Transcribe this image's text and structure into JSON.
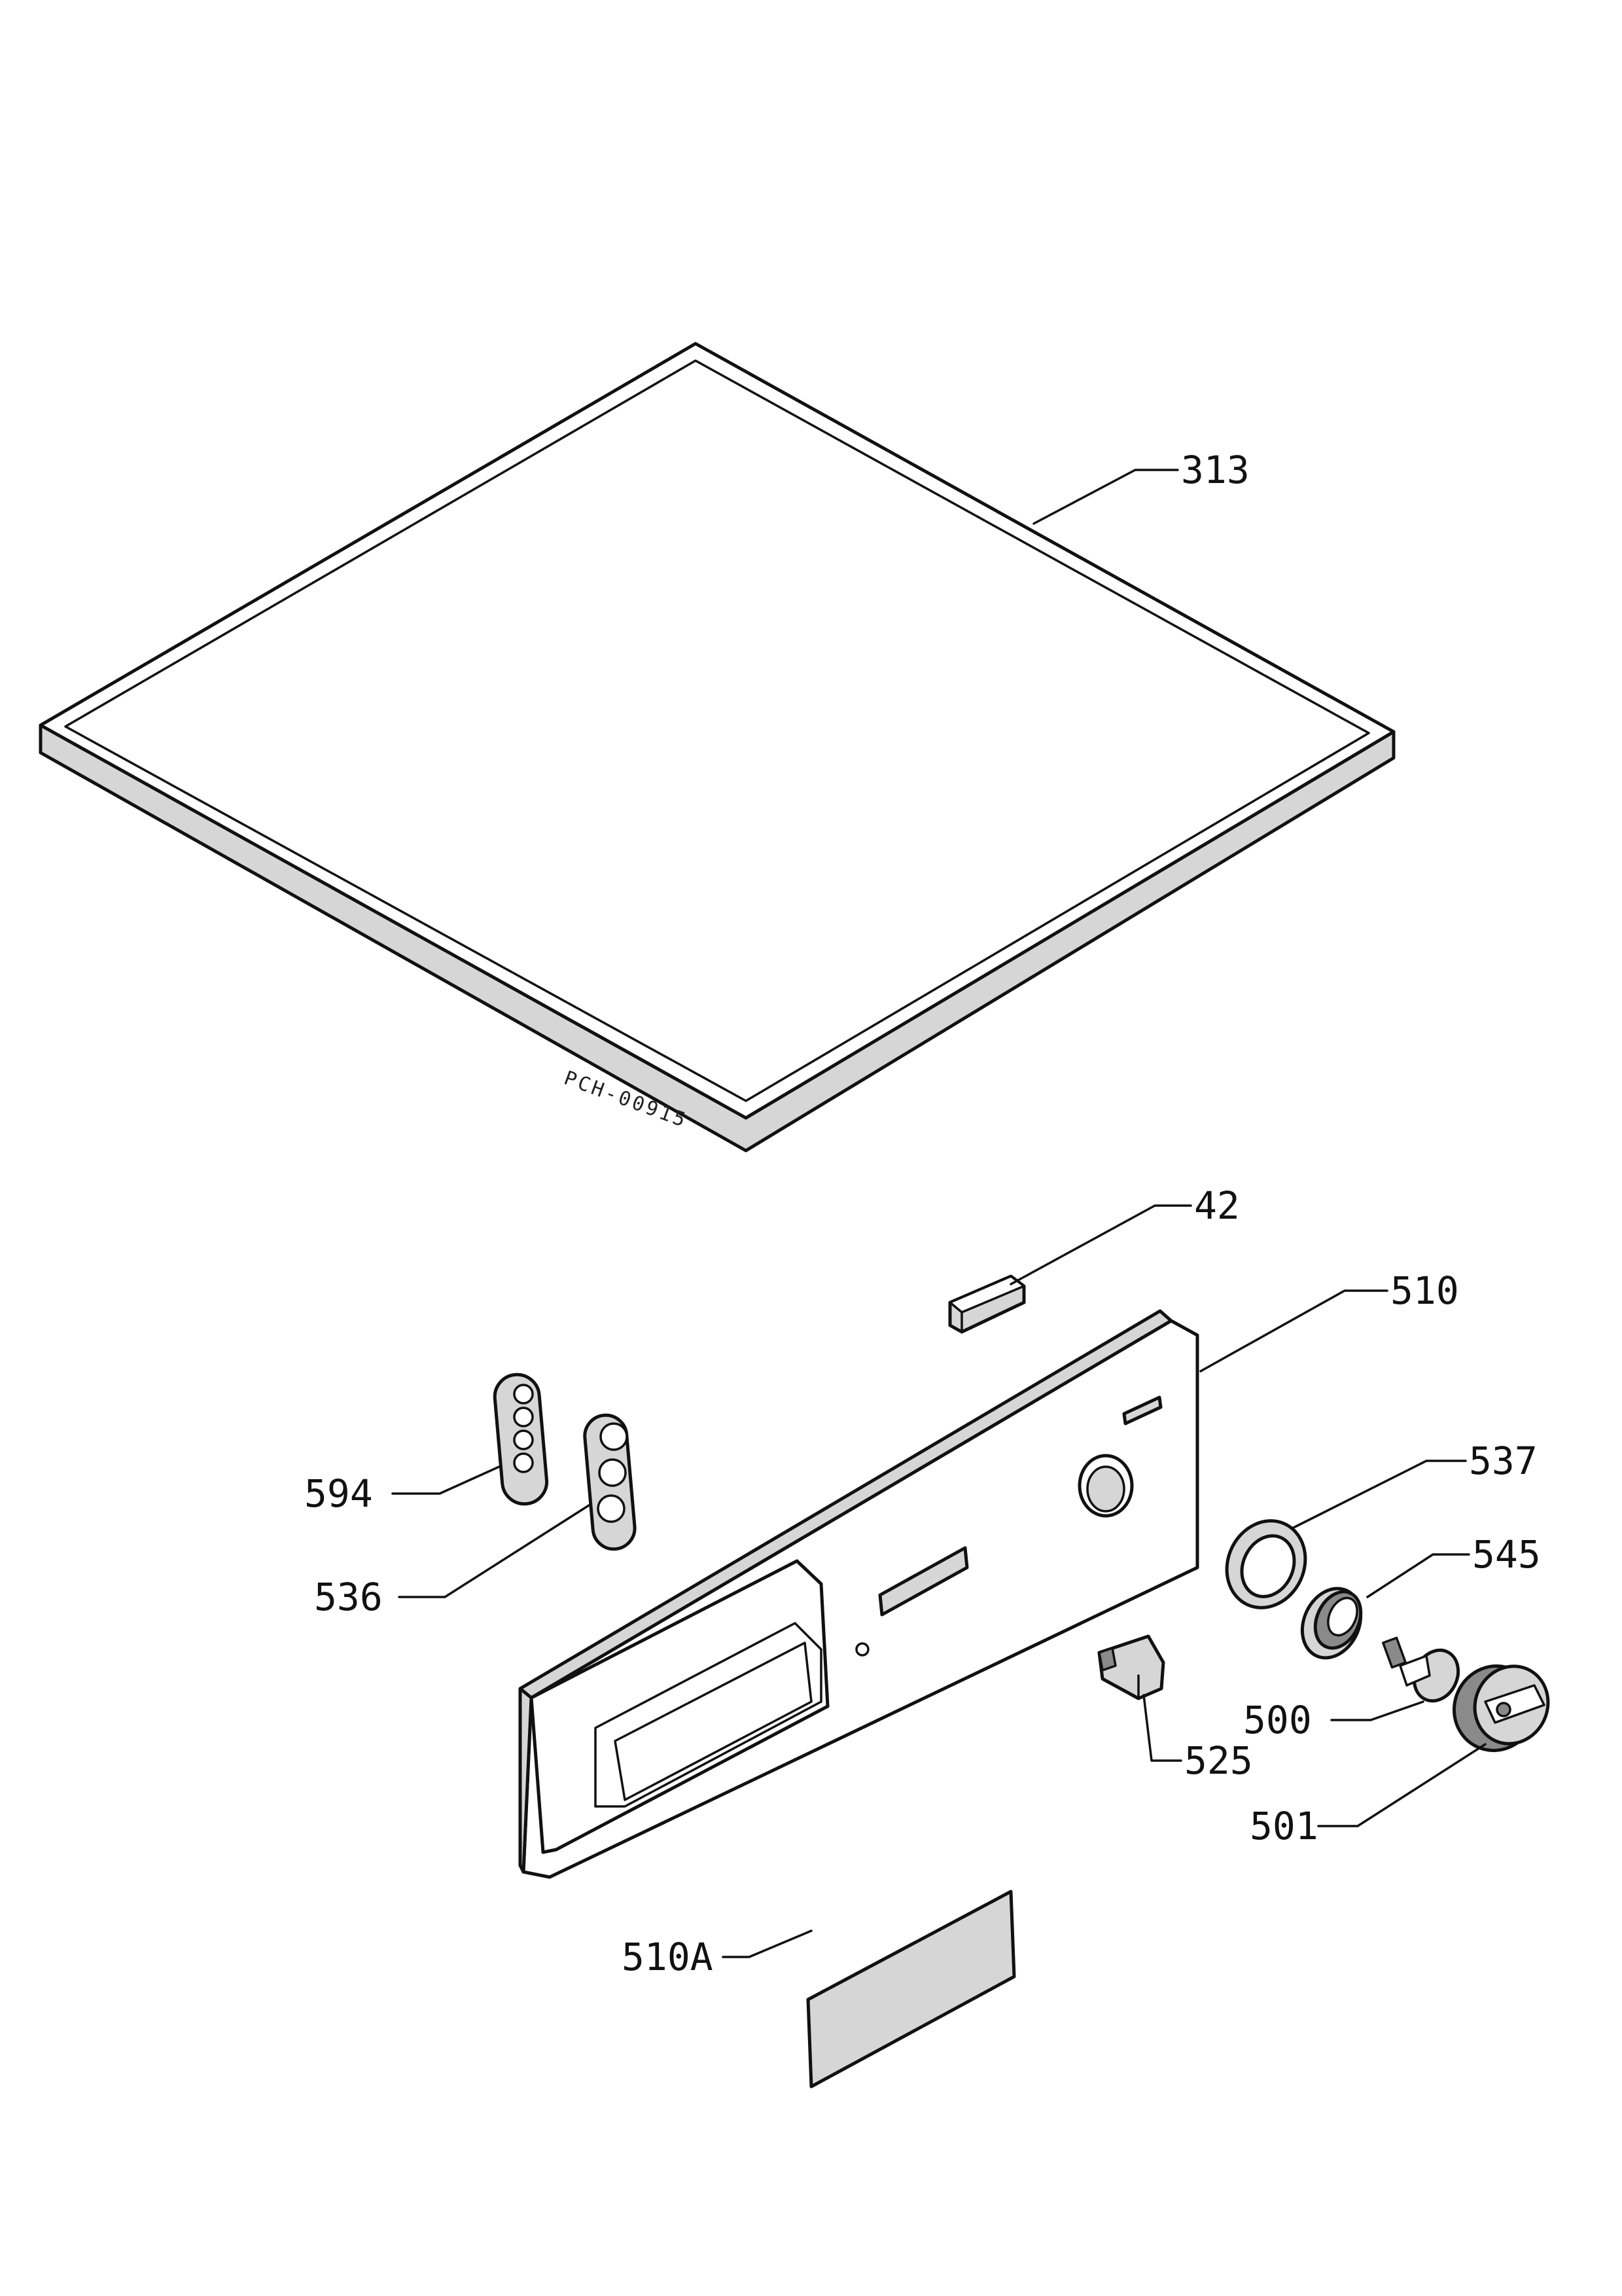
{
  "drawing_code": "PCH-00915",
  "callouts": {
    "313": "313",
    "42": "42",
    "510": "510",
    "537": "537",
    "594": "594",
    "545": "545",
    "536": "536",
    "500": "500",
    "525": "525",
    "501": "501",
    "510A": "510A"
  }
}
